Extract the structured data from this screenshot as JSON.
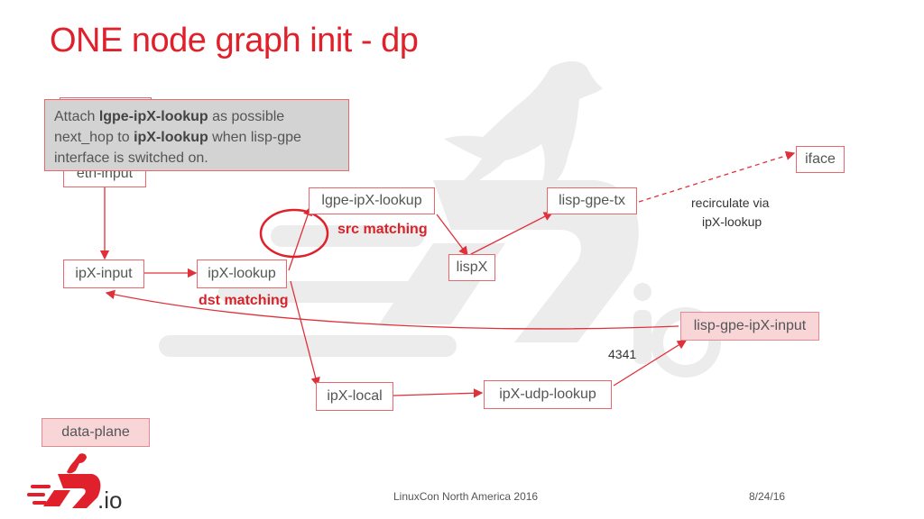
{
  "title": "ONE node graph init - dp",
  "callout": {
    "t1": "Attach ",
    "b1": "lgpe-ipX-lookup",
    "t2": " as possible",
    "t3": "next_hop to ",
    "b2": "ipX-lookup",
    "t4": " when lisp-gpe",
    "t5": "interface is switched on."
  },
  "nodes": {
    "eth_input": "eth-input",
    "ipx_input": "ipX-input",
    "ipx_lookup": "ipX-lookup",
    "lgpe_lookup": "lgpe-ipX-lookup",
    "lispx": "lispX",
    "lisp_gpe_tx": "lisp-gpe-tx",
    "iface": "iface",
    "lisp_gpe_input": "lisp-gpe-ipX-input",
    "ipx_local": "ipX-local",
    "ipx_udp_lookup": "ipX-udp-lookup",
    "data_plane": "data-plane"
  },
  "labels": {
    "src_matching": "src matching",
    "dst_matching": "dst matching",
    "recirc_line1": "recirculate via",
    "recirc_line2": "ipX-lookup",
    "port": "4341"
  },
  "footer": {
    "center": "LinuxCon North America 2016",
    "date": "8/24/16",
    "logo_text": ".io"
  },
  "colors": {
    "accent": "#e0202a",
    "edge": "#e0303a",
    "node_border": "#e9666c",
    "pink_fill": "#f8d6d8",
    "callout_fill": "#d3d3d3"
  }
}
